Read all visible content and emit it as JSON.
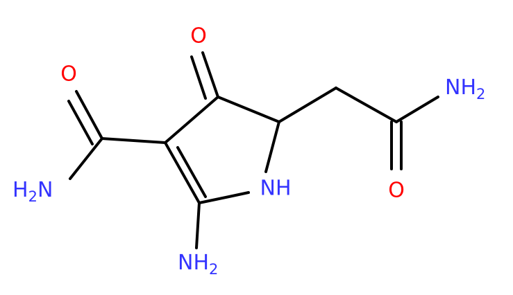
{
  "colors": {
    "bond": "#000000",
    "oxygen": "#ff0000",
    "nitrogen": "#3333ff",
    "background": "#ffffff"
  },
  "atoms": {
    "o_ketone": "O",
    "o_amide_left": "O",
    "o_amide_right": "O",
    "nh_ring": "NH",
    "nh2_left": {
      "main": "H",
      "sub": "2",
      "tail": "N"
    },
    "nh2_right": {
      "main": "NH",
      "sub": "2"
    },
    "nh2_bottom": {
      "main": "NH",
      "sub": "2"
    }
  }
}
